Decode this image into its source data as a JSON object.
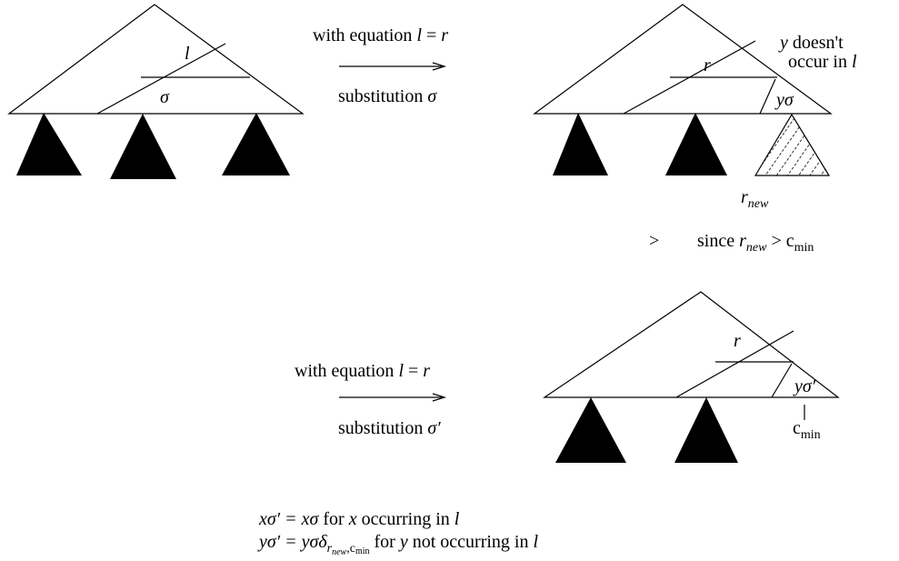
{
  "top_left": {
    "l": "l",
    "sigma": "σ"
  },
  "arrow1": {
    "above_pre": "with equation ",
    "eq_l": "l",
    "eq_mid": " = ",
    "eq_r": "r",
    "below_pre": "substitution ",
    "sigma": "σ"
  },
  "top_right": {
    "r": "r",
    "y_note_y": "y",
    "y_note_rest1": " doesn't",
    "y_note_line2": "occur in ",
    "y_note_l": "l",
    "ysigma": "yσ",
    "rnew_r": "r",
    "rnew_sub": "new"
  },
  "comparison": {
    "gt": ">",
    "since": "since ",
    "r": "r",
    "sub": "new",
    "gt2": " > c",
    "min": "min"
  },
  "arrow2": {
    "above_pre": "with equation ",
    "eq_l": "l",
    "eq_mid": " = ",
    "eq_r": "r",
    "below_pre": "substitution ",
    "sigma_prime": "σ′"
  },
  "bottom_tree": {
    "r": "r",
    "ysigma_prime": "yσ′",
    "c": "c",
    "min": "min"
  },
  "definitions": {
    "line1_a": "xσ′ = xσ",
    "line1_b": " for ",
    "line1_x": "x",
    "line1_c": " occurring in ",
    "line1_l": "l",
    "line2_a": "yσ′ = yσδ",
    "line2_sub_r": "r",
    "line2_sub_new": "new",
    "line2_sub_c": ",c",
    "line2_sub_min": "min",
    "line2_b": " for ",
    "line2_y": "y",
    "line2_c": " not occurring in ",
    "line2_l": "l"
  }
}
